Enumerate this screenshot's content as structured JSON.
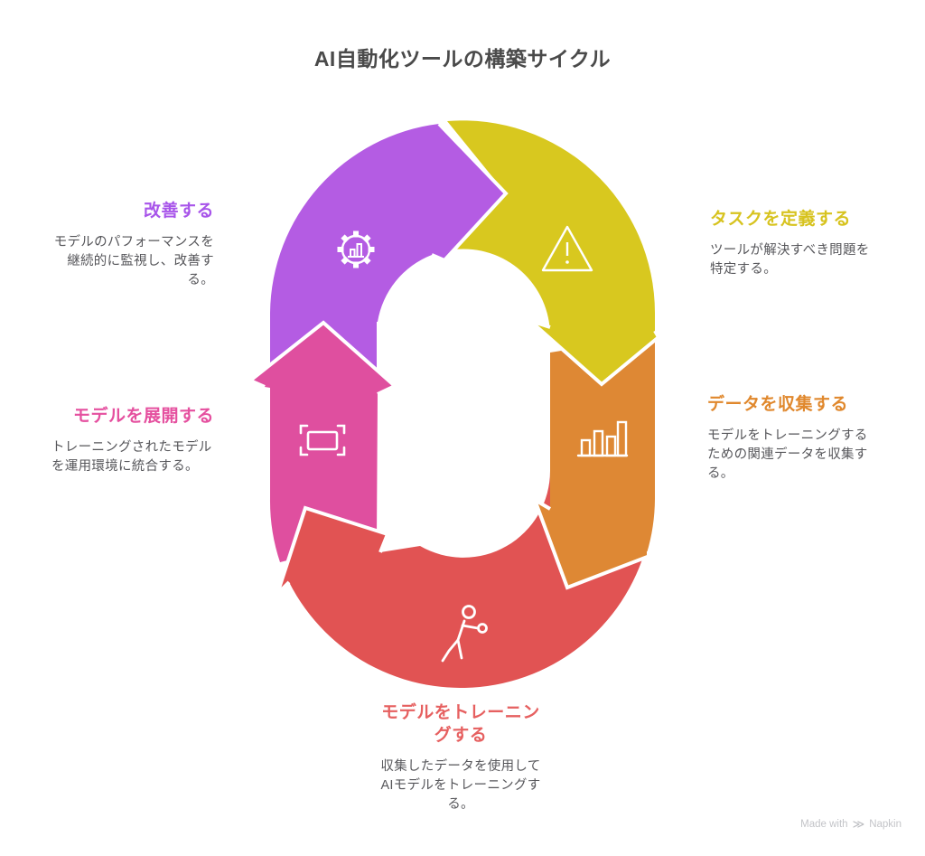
{
  "title": {
    "text": "AI自動化ツールの構築サイクル",
    "color": "#4a4a4a"
  },
  "steps": [
    {
      "id": "define",
      "title": "タスクを定義する",
      "description": "ツールが解決すべき問題を特定する。",
      "color": "#d8c81f",
      "heading_color": "#d7c31f",
      "icon": "warning-triangle-icon"
    },
    {
      "id": "collect",
      "title": "データを収集する",
      "description": "モデルをトレーニングするための関連データを収集する。",
      "color": "#de8834",
      "heading_color": "#e0882d",
      "icon": "bar-chart-icon"
    },
    {
      "id": "train",
      "title": "モデルをトレーニングする",
      "description": "収集したデータを使用してAIモデルをトレーニングする。",
      "color": "#e15353",
      "heading_color": "#e66060",
      "icon": "exercise-person-icon"
    },
    {
      "id": "deploy",
      "title": "モデルを展開する",
      "description": "トレーニングされたモデルを運用環境に統合する。",
      "color": "#df4f9f",
      "heading_color": "#e5509f",
      "icon": "frame-corners-icon"
    },
    {
      "id": "improve",
      "title": "改善する",
      "description": "モデルのパフォーマンスを継続的に監視し、改善する。",
      "color": "#b45ce3",
      "heading_color": "#a855ea",
      "icon": "gear-chart-icon"
    }
  ],
  "body_text_color": "#56565a",
  "watermark": {
    "prefix": "Made with",
    "brand": "Napkin",
    "logo": "≫"
  }
}
